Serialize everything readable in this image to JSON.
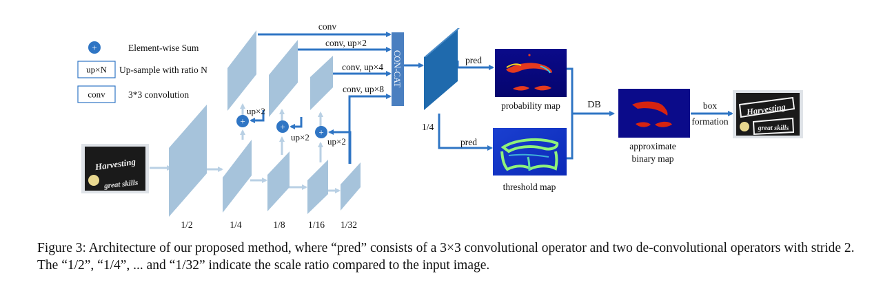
{
  "legend": {
    "sum_label": "Element-wise Sum",
    "upsample_box": "up×N",
    "upsample_label": "Up-sample with ratio N",
    "conv_box": "conv",
    "conv_label": "3*3 convolution"
  },
  "backbone_scales": [
    "1/2",
    "1/4",
    "1/8",
    "1/16",
    "1/32"
  ],
  "fpn": {
    "paths": [
      "conv",
      "conv, up×2",
      "conv, up×4",
      "conv, up×8"
    ],
    "upsample_labels": [
      "up×2",
      "up×2",
      "up×2"
    ],
    "concat_label": "CON-CAT",
    "concat_scale": "1/4"
  },
  "heads": {
    "pred_top": "pred",
    "pred_bottom": "pred",
    "probability_map": "probability map",
    "threshold_map": "threshold map",
    "db_label": "DB",
    "binary_map_line1": "approximate",
    "binary_map_line2": "binary map",
    "box_line1": "box",
    "box_line2": "formation"
  },
  "input_image": {
    "line1": "Harvesting",
    "line2": "great skills"
  },
  "colors": {
    "arrow_blue": "#2f75c4",
    "light_block": "#a6c3db",
    "concat_block": "#4a7fc0",
    "feature_map": "#1f6aad"
  },
  "caption": "Figure 3: Architecture of our proposed method, where “pred” consists of a 3×3 convolutional operator and two de-convolutional operators with stride 2. The “1/2”, “1/4”, ... and “1/32” indicate the scale ratio compared to the input image."
}
